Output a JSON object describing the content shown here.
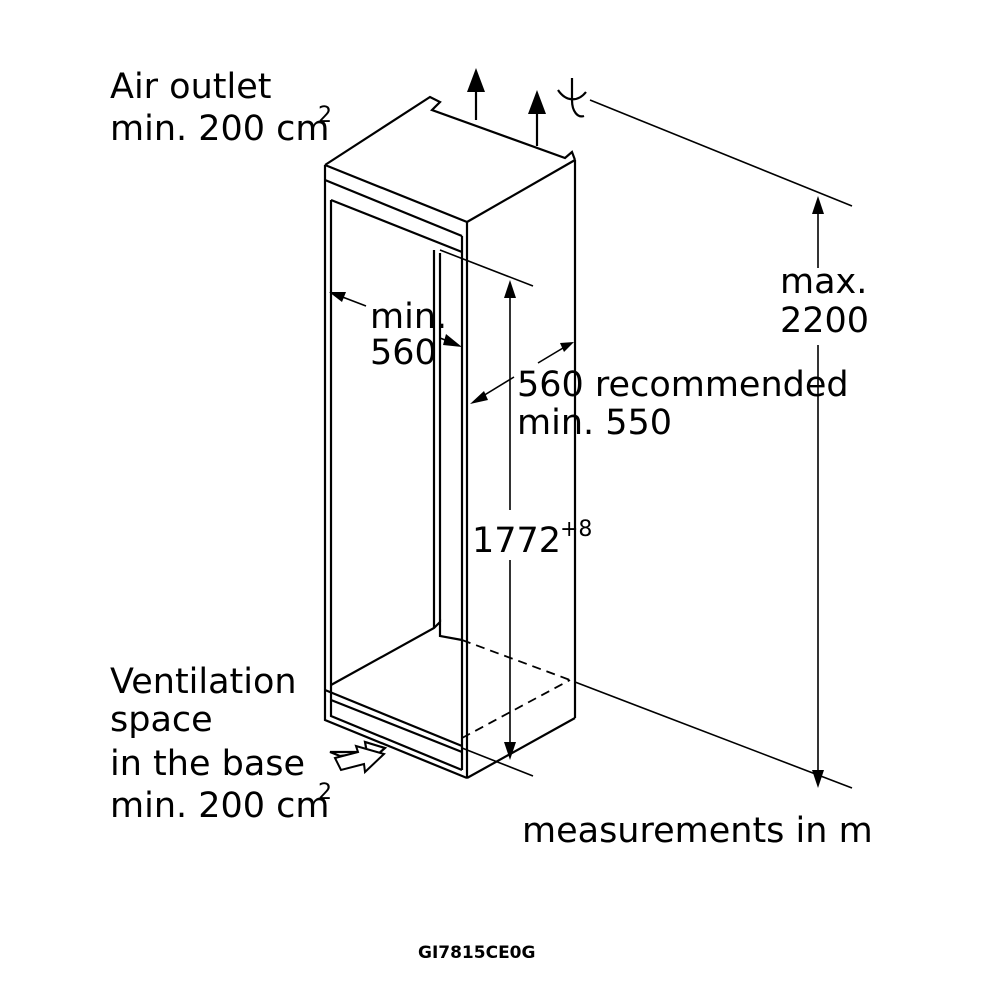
{
  "air_outlet": {
    "line1": "Air outlet",
    "line2": "min. 200 cm",
    "superscript": "2"
  },
  "ventilation": {
    "line1": "Ventilation",
    "line2": "space",
    "line3": "in the base",
    "line4": "min. 200 cm",
    "superscript": "2"
  },
  "dimensions": {
    "width_min_line1": "min.",
    "width_min_line2": "560",
    "depth_line1": "560 recommended",
    "depth_line2": "min. 550",
    "height_value": "1772",
    "height_tolerance": "+8",
    "max_line1": "max.",
    "max_line2": "2200"
  },
  "units_note": "measurements in m",
  "model": "GI7815CE0G"
}
